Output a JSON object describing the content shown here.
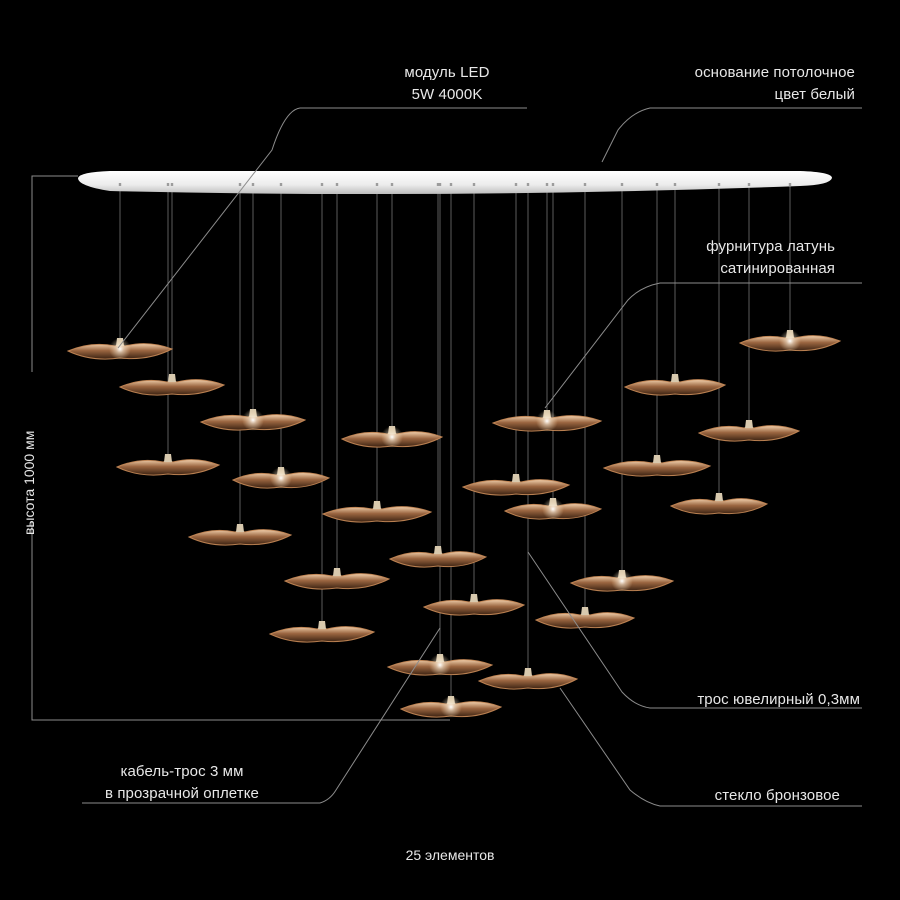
{
  "labels": {
    "led_module_line1": "модуль LED",
    "led_module_line2": "5W 4000K",
    "ceiling_base_line1": "основание потолочное",
    "ceiling_base_line2": "цвет белый",
    "fittings_line1": "фурнитура латунь",
    "fittings_line2": "сатинированная",
    "wire": "трос ювелирный 0,3мм",
    "cable_line1": "кабель-трос 3 мм",
    "cable_line2": "в прозрачной оплетке",
    "glass": "стекло бронзовое",
    "height": "высота 1000 мм",
    "count": "25 элементов"
  },
  "colors": {
    "background": "#000000",
    "canopy": "#f2f2f2",
    "glass_bronze": "#8a5a36",
    "glass_highlight": "#e8b88a",
    "wire": "#9a9a9a",
    "leader_line": "#8c8c8c"
  }
}
